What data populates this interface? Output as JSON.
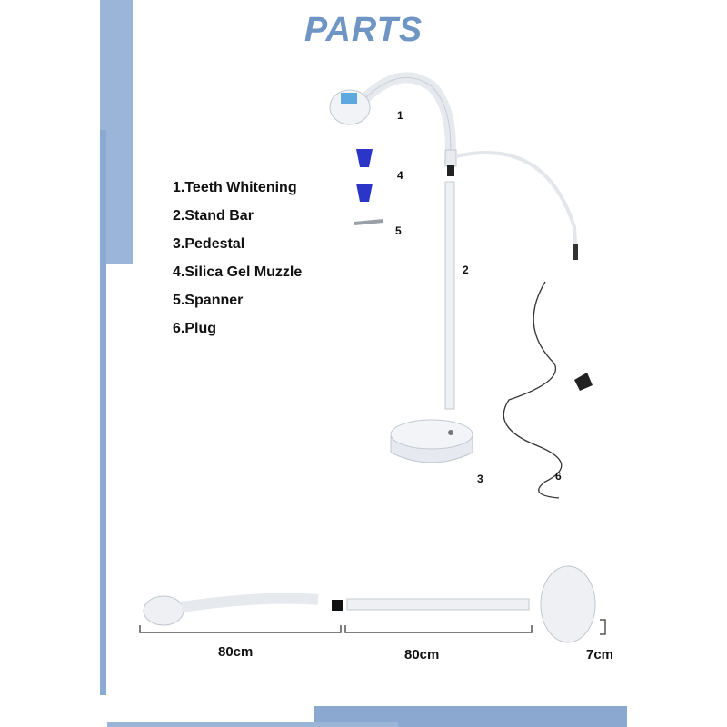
{
  "title": "PARTS",
  "parts_list": [
    "1.Teeth Whitening",
    "2.Stand Bar",
    "3.Pedestal",
    "4.Silica Gel Muzzle",
    "5.Spanner",
    "6.Plug"
  ],
  "callouts": [
    "1",
    "2",
    "3",
    "4",
    "5",
    "6"
  ],
  "dimensions": [
    "80cm",
    "80cm",
    "7cm"
  ],
  "colors": {
    "accent": "#6f95c4",
    "bar": "#93b1d6",
    "muzzle": "#2b35c8"
  }
}
